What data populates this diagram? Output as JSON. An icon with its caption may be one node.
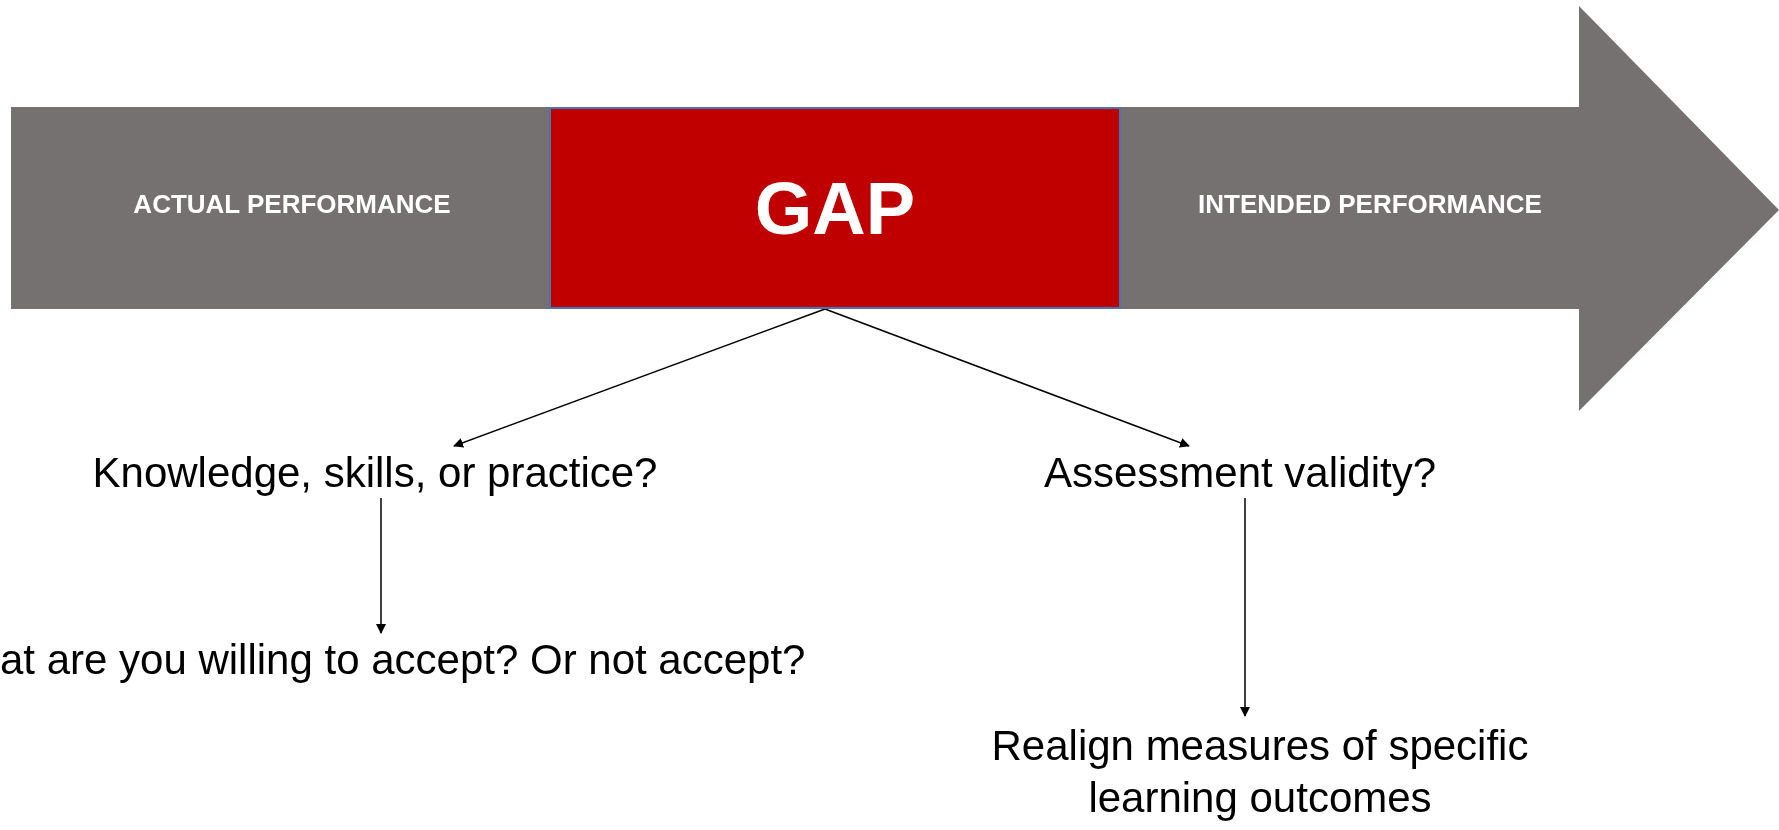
{
  "diagram": {
    "nodes": [
      {
        "text": [
          "ACTUAL PERFORMANCE",
          "INTENDED PERFORMANCE"
        ]
      },
      {
        "text": [
          "GAP"
        ],
        "in": 0
      },
      {
        "text": [
          "Knowledge, skills, or practice?"
        ]
      },
      {
        "text": [
          "Assessment validity?"
        ]
      },
      {
        "text": [
          "at are you willing to accept? Or not accept?"
        ]
      },
      {
        "text": [
          "Realign measures of specific learning outcomes"
        ]
      }
    ],
    "edges": [
      {
        "from": 1,
        "to": 2,
        "arrow": "to"
      },
      {
        "from": 1,
        "to": 3,
        "arrow": "to"
      },
      {
        "from": 2,
        "to": 4,
        "arrow": "to"
      },
      {
        "from": 3,
        "to": 5,
        "arrow": "to"
      }
    ]
  }
}
